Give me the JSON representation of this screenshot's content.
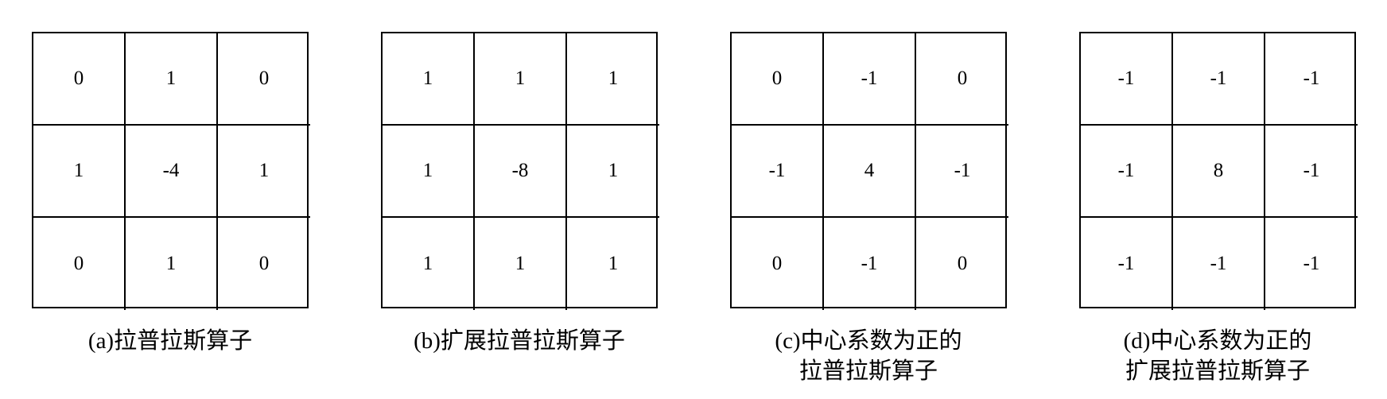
{
  "panels": [
    {
      "caption_lines": [
        "(a)拉普拉斯算子"
      ],
      "matrix": [
        [
          "0",
          "1",
          "0"
        ],
        [
          "1",
          "-4",
          "1"
        ],
        [
          "0",
          "1",
          "0"
        ]
      ]
    },
    {
      "caption_lines": [
        "(b)扩展拉普拉斯算子"
      ],
      "matrix": [
        [
          "1",
          "1",
          "1"
        ],
        [
          "1",
          "-8",
          "1"
        ],
        [
          "1",
          "1",
          "1"
        ]
      ]
    },
    {
      "caption_lines": [
        "(c)中心系数为正的",
        "拉普拉斯算子"
      ],
      "matrix": [
        [
          "0",
          "-1",
          "0"
        ],
        [
          "-1",
          "4",
          "-1"
        ],
        [
          "0",
          "-1",
          "0"
        ]
      ]
    },
    {
      "caption_lines": [
        "(d)中心系数为正的",
        "扩展拉普拉斯算子"
      ],
      "matrix": [
        [
          "-1",
          "-1",
          "-1"
        ],
        [
          "-1",
          "8",
          "-1"
        ],
        [
          "-1",
          "-1",
          "-1"
        ]
      ]
    }
  ]
}
